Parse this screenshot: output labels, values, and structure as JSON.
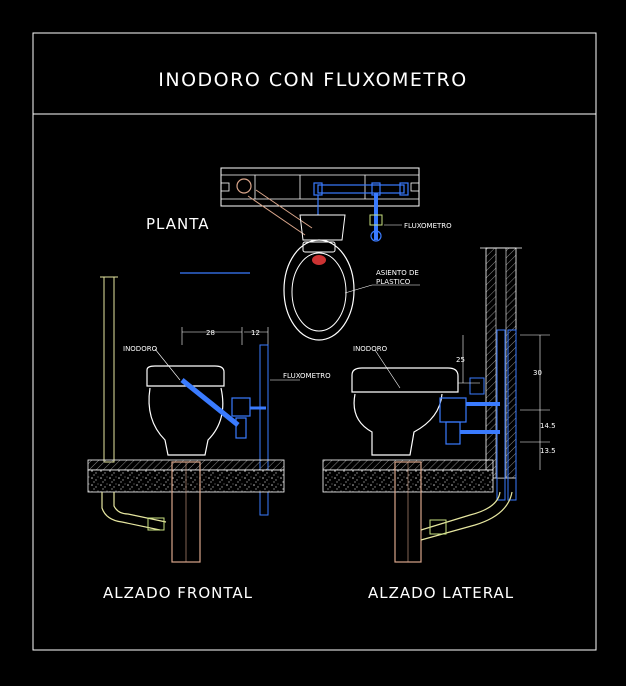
{
  "title": "INODORO CON FLUXOMETRO",
  "views": {
    "plan": "PLANTA",
    "front": "ALZADO FRONTAL",
    "side": "ALZADO LATERAL"
  },
  "labels": {
    "fluxometro_plan": "FLUXOMETRO",
    "asiento_line1": "ASIENTO DE",
    "asiento_line2": "PLASTICO",
    "inodoro_front": "INODORO",
    "fluxometro_front": "FLUXOMETRO",
    "inodoro_side": "INODORO"
  },
  "dimensions": {
    "front_width": "28",
    "front_offset": "12",
    "side_height_a": "25",
    "side_height_b": "30",
    "side_height_c": "14.5",
    "side_height_d": "13.5"
  },
  "colors": {
    "background": "#000000",
    "frame": "#ffffff",
    "pipe_water": "#3a7bff",
    "pipe_drain": "#d9a58a",
    "pipe_vent": "#e6e6a0",
    "seat_accent": "#cc3333",
    "fitting": "#c8e080"
  }
}
